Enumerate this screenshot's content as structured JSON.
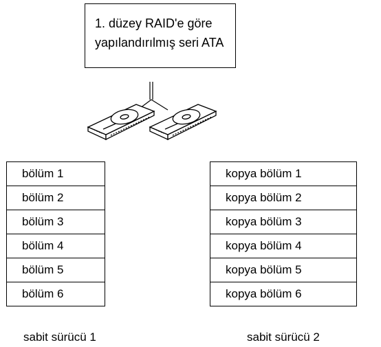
{
  "title_box": {
    "line1": "1. düzey RAID'e göre",
    "line2": "yapılandırılmış seri ATA"
  },
  "drive1": {
    "label": "sabit sürücü 1",
    "partitions": [
      "bölüm 1",
      "bölüm 2",
      "bölüm 3",
      "bölüm 4",
      "bölüm 5",
      "bölüm 6"
    ]
  },
  "drive2": {
    "label": "sabit sürücü 2",
    "partitions": [
      "kopya bölüm 1",
      "kopya bölüm 2",
      "kopya bölüm 3",
      "kopya bölüm 4",
      "kopya bölüm 5",
      "kopya bölüm 6"
    ]
  },
  "icons": [
    "hard-drive-icon",
    "hard-drive-icon"
  ]
}
